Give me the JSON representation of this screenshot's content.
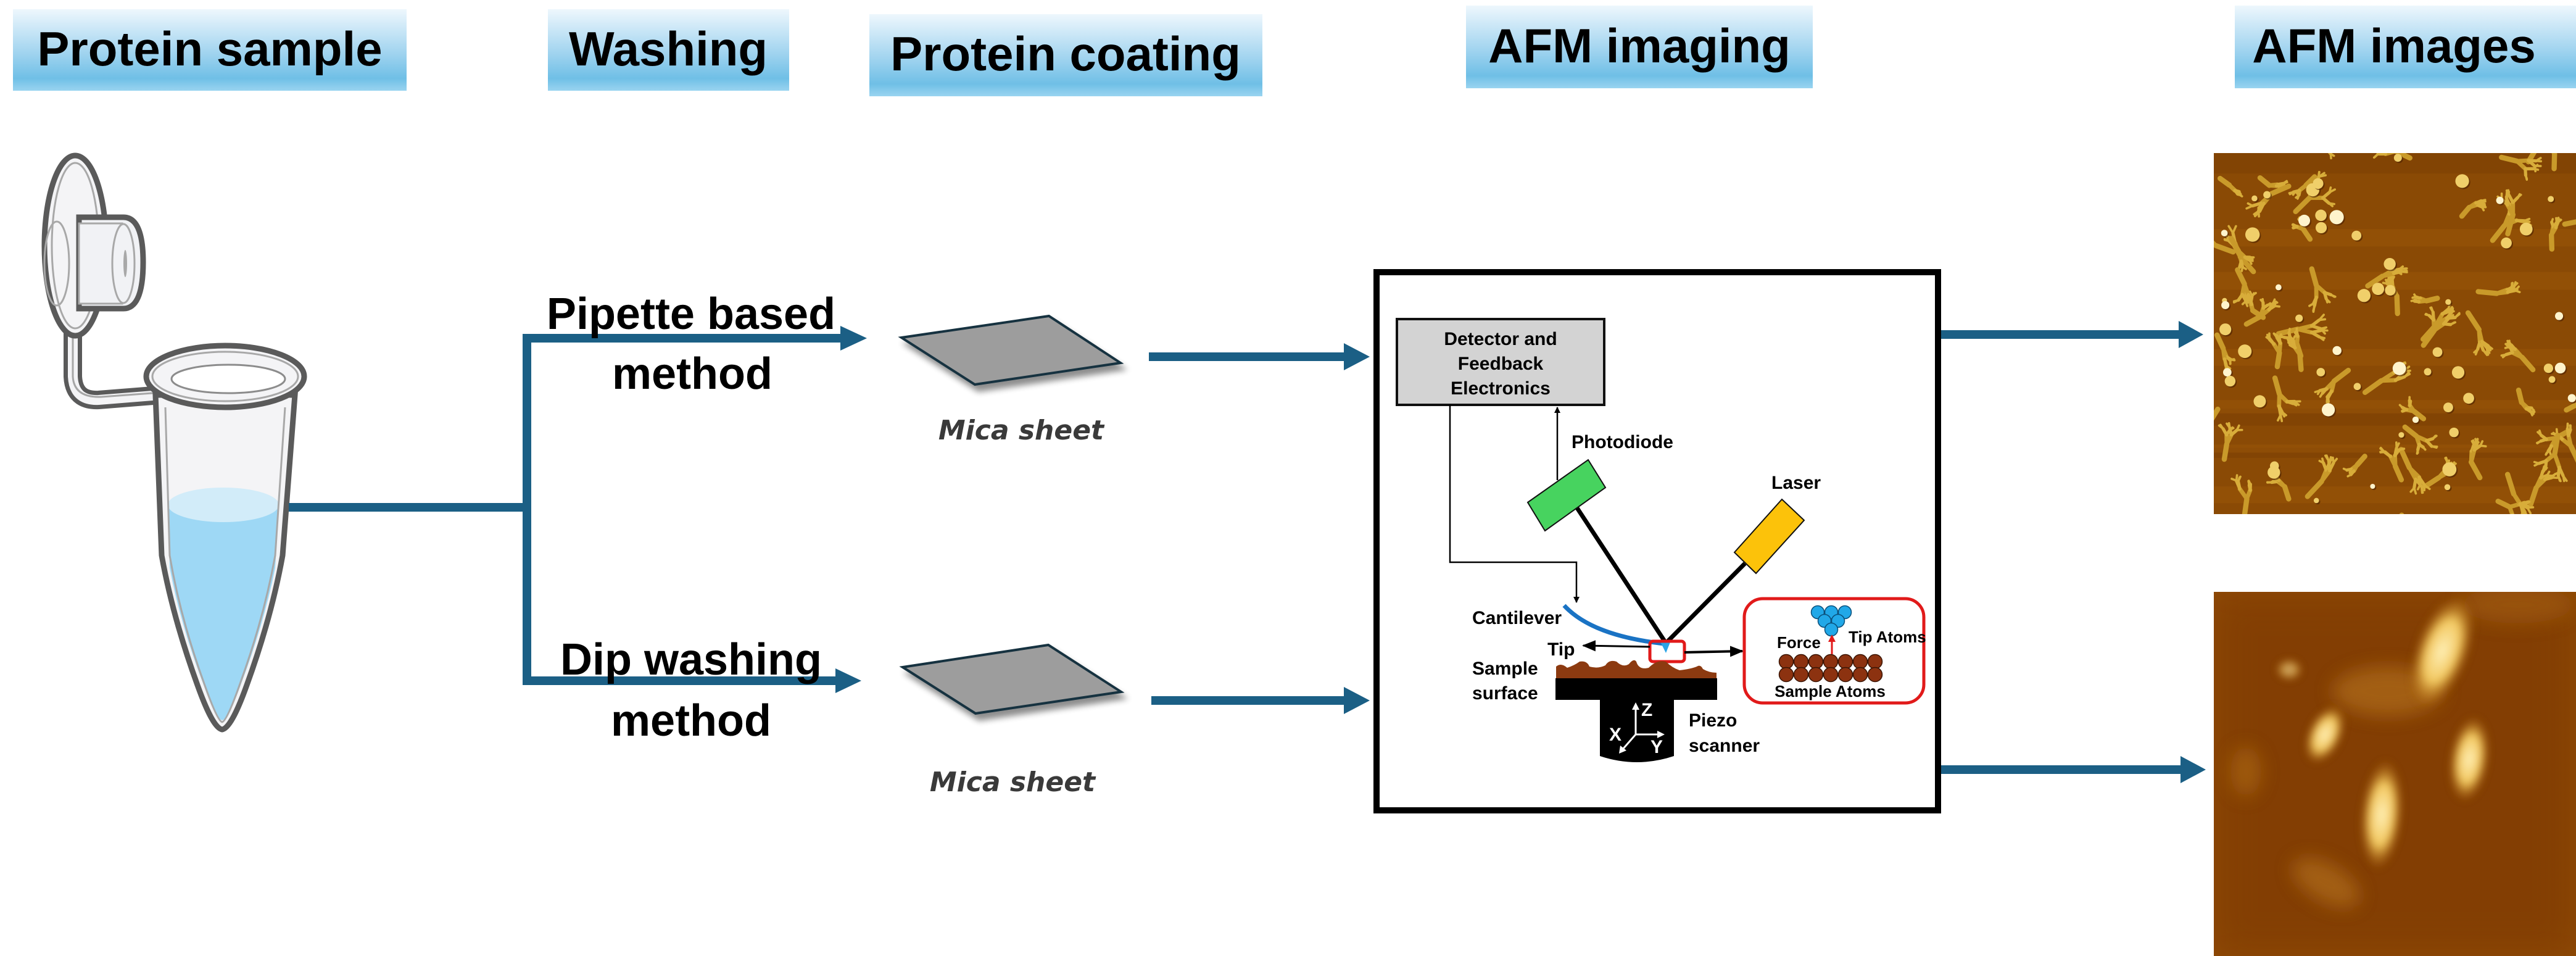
{
  "headers": {
    "protein_sample": "Protein sample",
    "washing": "Washing",
    "protein_coating": "Protein coating",
    "afm_imaging": "AFM imaging",
    "afm_images": "AFM images"
  },
  "washing_methods": [
    {
      "line1": "Pipette based",
      "line2": "method"
    },
    {
      "line1": "Dip washing",
      "line2": "method"
    }
  ],
  "coating": {
    "mica_label_top": "Mica sheet",
    "mica_label_bottom": "Mica sheet"
  },
  "afm_diagram": {
    "detector": [
      "Detector and",
      "Feedback",
      "Electronics"
    ],
    "photodiode": "Photodiode",
    "laser": "Laser",
    "cantilever": "Cantilever",
    "tip": "Tip",
    "sample_surface": [
      "Sample",
      "surface"
    ],
    "piezo_scanner": [
      "Piezo",
      "scanner"
    ],
    "axes": {
      "x": "X",
      "y": "Y",
      "z": "Z"
    },
    "inset": {
      "force": "Force",
      "tip_atoms": "Tip Atoms",
      "sample_atoms": "Sample Atoms"
    }
  },
  "afm_images": [
    {
      "name": "dendritic-protein-aggregates",
      "description": "Dendritic protein network on mica (pipette based method)"
    },
    {
      "name": "rod-shaped-particles",
      "description": "Rod-shaped particles on mica (dip washing method)"
    }
  ],
  "colors": {
    "flow_arrow": "#1b5f85",
    "header_gradient_top": "#eaf5fc",
    "header_gradient_mid": "#70c0e6",
    "liquid": "#9ed8f5",
    "mica": "#9d9d9d",
    "photodiode": "#47d35f",
    "laser": "#fcc20a",
    "cantilever": "#1a73c4",
    "sample_surface": "#8c3a10",
    "tip_atom": "#21a8e8",
    "inset_border": "#e11a1a"
  }
}
